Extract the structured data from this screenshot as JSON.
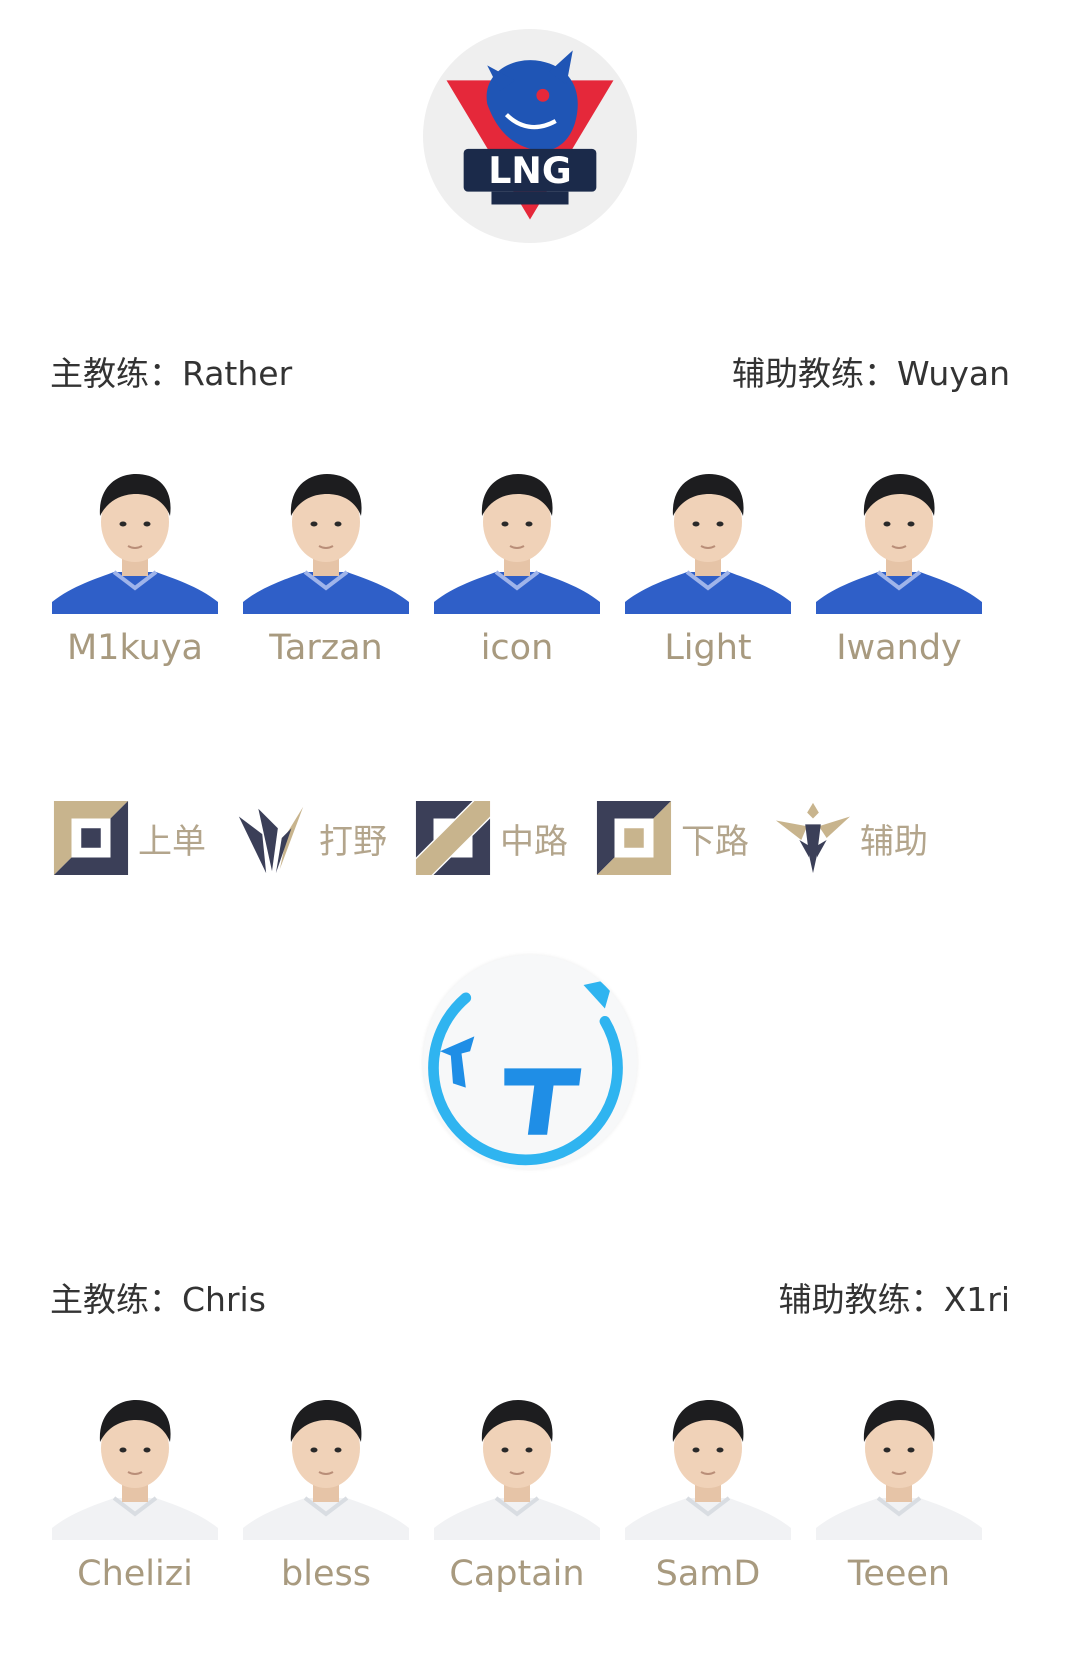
{
  "colors": {
    "coach_text": "#333333",
    "player_name": "#a89a7f",
    "role_label": "#b3a58c",
    "role_icon_dark": "#3b3f58",
    "role_icon_gold": "#c8b48d",
    "lng_red": "#e5283a",
    "lng_blue": "#1f55b5",
    "tt_cyan": "#2fb4f0",
    "tt_blue": "#1f8ee6"
  },
  "team_top": {
    "logo": "lng-esports-logo",
    "head_coach": "主教练：Rather",
    "assistant_coach": "辅助教练：Wuyan",
    "jersey": "blue",
    "players": [
      "M1kuya",
      "Tarzan",
      "icon",
      "Light",
      "Iwandy"
    ]
  },
  "roles": [
    {
      "icon": "top-lane-icon",
      "label": "上单"
    },
    {
      "icon": "jungle-icon",
      "label": "打野"
    },
    {
      "icon": "mid-lane-icon",
      "label": "中路"
    },
    {
      "icon": "bot-lane-icon",
      "label": "下路"
    },
    {
      "icon": "support-icon",
      "label": "辅助"
    }
  ],
  "team_bottom": {
    "logo": "tt-logo",
    "head_coach": "主教练：Chris",
    "assistant_coach": "辅助教练：X1ri",
    "jersey": "white",
    "players": [
      "Chelizi",
      "bless",
      "Captain",
      "SamD",
      "Teeen"
    ]
  }
}
